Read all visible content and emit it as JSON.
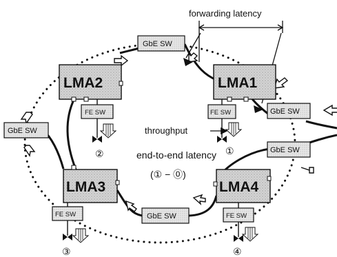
{
  "annotations": {
    "forwarding_latency": "forwarding latency",
    "throughput": "throughput",
    "end_to_end_latency": "end-to-end latency",
    "formula": "(① − ⓪)"
  },
  "lma": {
    "lma1": "LMA1",
    "lma2": "LMA2",
    "lma3": "LMA3",
    "lma4": "LMA4"
  },
  "switches": {
    "gbe_top": "GbE SW",
    "gbe_left": "GbE SW",
    "gbe_bottom": "GbE SW",
    "gbe_right_top": "GbE SW",
    "gbe_right_mid": "GbE SW",
    "fe_lma2": "FE SW",
    "fe_lma1": "FE SW",
    "fe_lma3": "FE SW",
    "fe_lma4": "FE SW"
  },
  "ports": {
    "p1": "①",
    "p2": "②",
    "p3": "③",
    "p4": "④"
  }
}
